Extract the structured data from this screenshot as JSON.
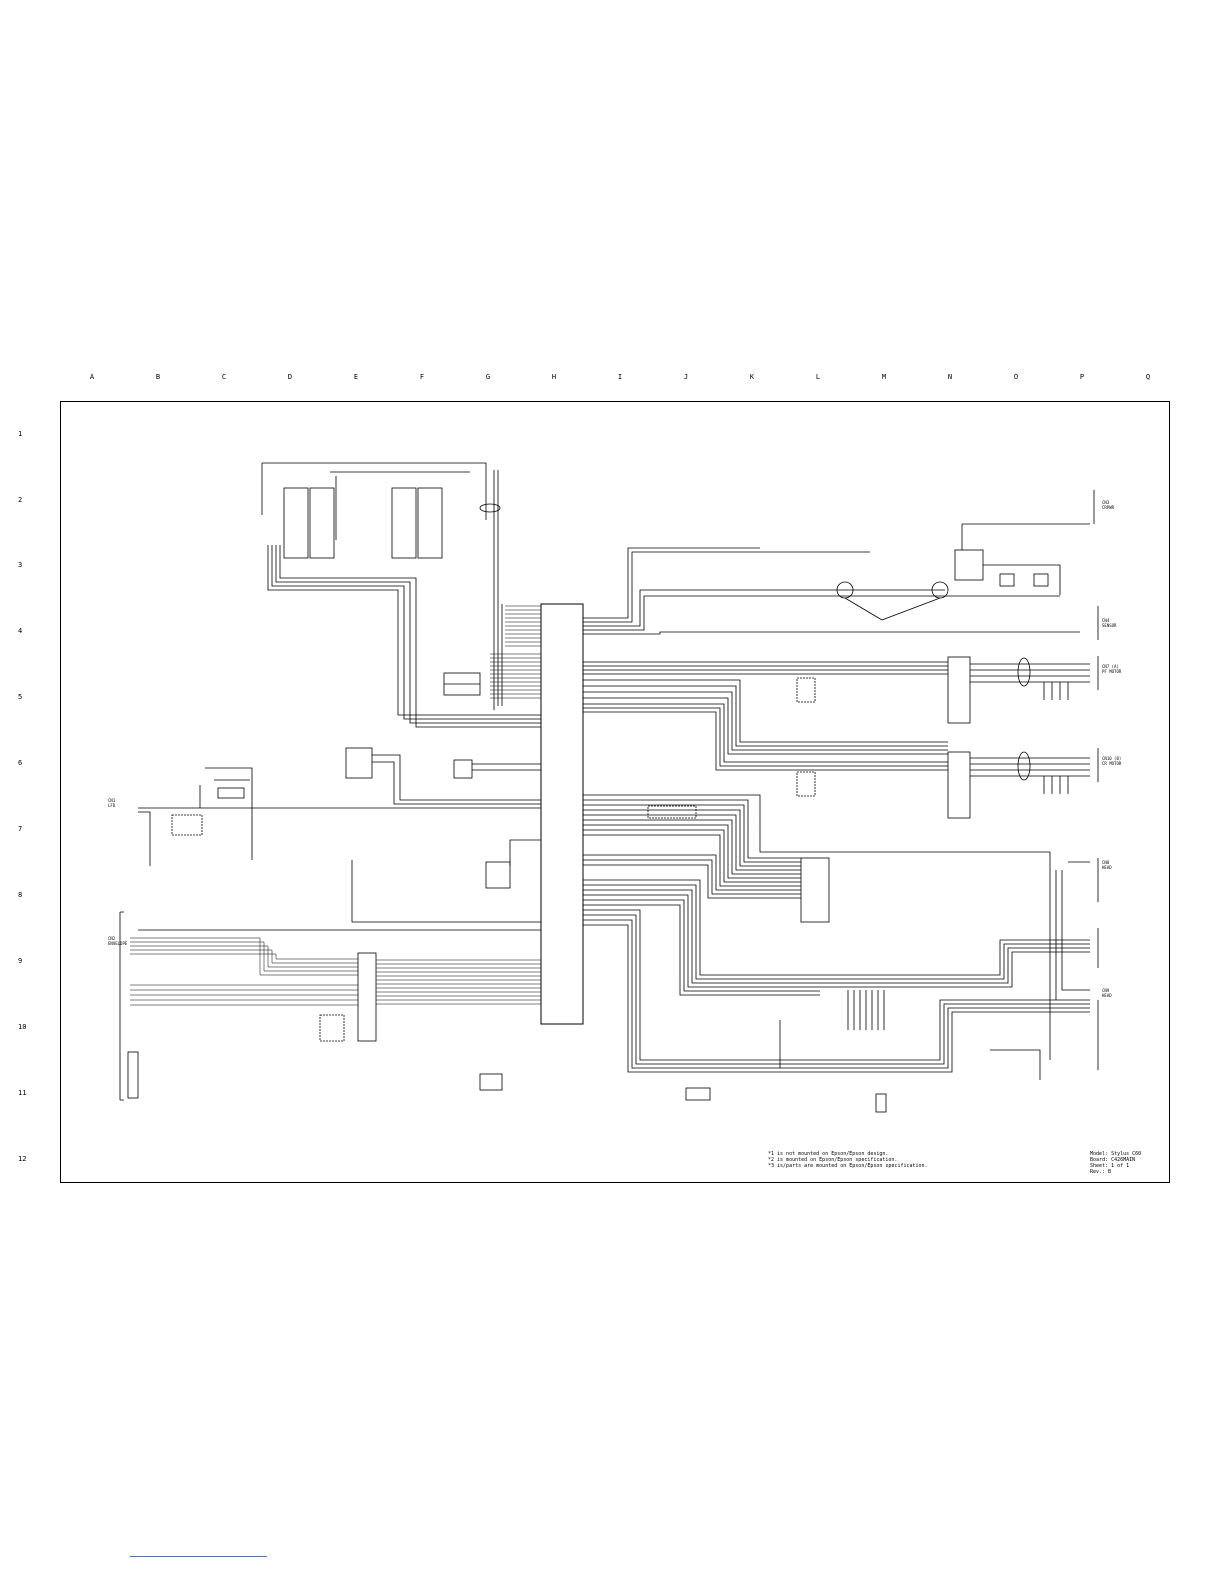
{
  "grid": {
    "columns": [
      "A",
      "B",
      "C",
      "D",
      "E",
      "F",
      "G",
      "H",
      "I",
      "J",
      "K",
      "L",
      "M",
      "N",
      "O",
      "P",
      "Q"
    ],
    "rows": [
      "1",
      "2",
      "3",
      "4",
      "5",
      "6",
      "7",
      "8",
      "9",
      "10",
      "11",
      "12"
    ]
  },
  "connectors": {
    "cn1": "CN1\nLFD",
    "cn2": "CN2\nENVELOPE",
    "cn3": "CN3\nCRPWR",
    "cn4": "CN4\nSENSOR",
    "cn7": "CN7 (A)\nPF MOTOR",
    "cn10": "CN10 (B)\nCR MOTOR",
    "cn8": "CN8\nHEAD",
    "cn9": "CN9\nHEAD"
  },
  "notes": {
    "line1": "*1 is not mounted on Epson/Epson design.",
    "line2": "*2 is mounted on Epson/Epson specification.",
    "line3": "*3 is/parts are mounted on Epson/Epson specification."
  },
  "title_block": {
    "model": "Model: Stylus C60",
    "board": "Board: C426MAIN",
    "sheet": "Sheet: 1 of 1",
    "rev": "Rev.: B"
  },
  "colors": {
    "line": "#000000",
    "background": "#ffffff",
    "link": "#4a6fd8"
  }
}
